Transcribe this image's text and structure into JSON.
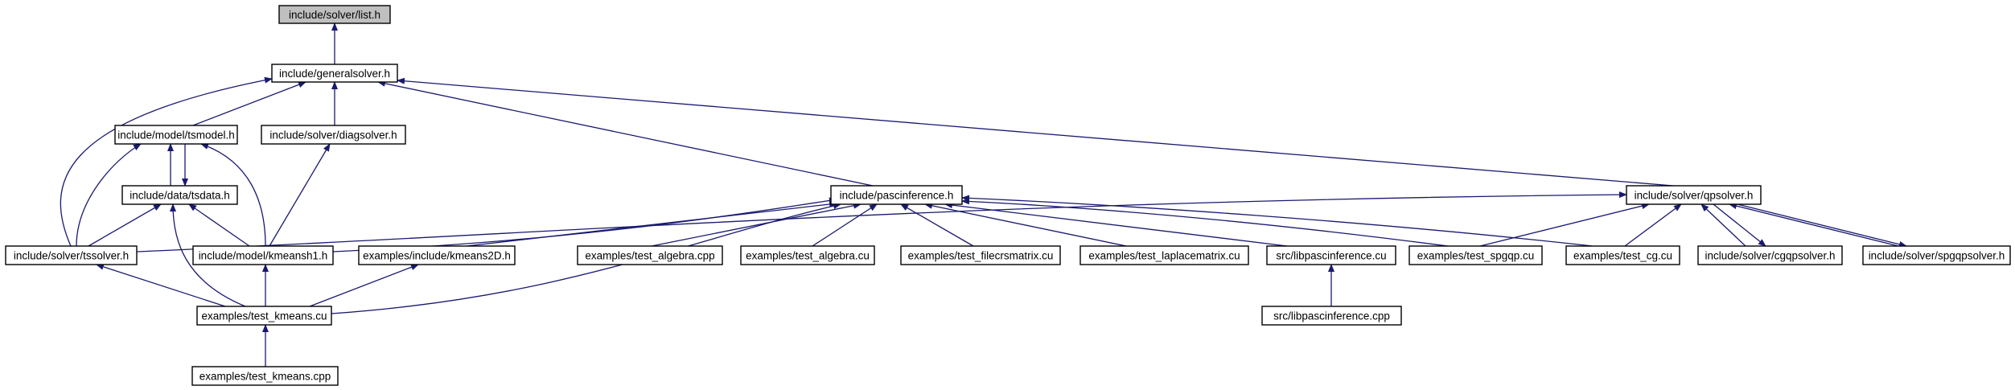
{
  "diagram": {
    "nodes": [
      {
        "id": "list_h",
        "label": "include/solver/list.h",
        "root": true
      },
      {
        "id": "generalsolver_h",
        "label": "include/generalsolver.h"
      },
      {
        "id": "tsmodel_h",
        "label": "include/model/tsmodel.h"
      },
      {
        "id": "diagsolver_h",
        "label": "include/solver/diagsolver.h"
      },
      {
        "id": "pascinference_h",
        "label": "include/pascinference.h"
      },
      {
        "id": "qpsolver_h",
        "label": "include/solver/qpsolver.h"
      },
      {
        "id": "tsdata_h",
        "label": "include/data/tsdata.h"
      },
      {
        "id": "tssolver_h",
        "label": "include/solver/tssolver.h"
      },
      {
        "id": "kmeansh1_h",
        "label": "include/model/kmeansh1.h"
      },
      {
        "id": "kmeans2d_h",
        "label": "examples/include/kmeans2D.h"
      },
      {
        "id": "test_algebra_cpp",
        "label": "examples/test_algebra.cpp"
      },
      {
        "id": "test_algebra_cu",
        "label": "examples/test_algebra.cu"
      },
      {
        "id": "test_filecrsmatrix_cu",
        "label": "examples/test_filecrsmatrix.cu"
      },
      {
        "id": "test_laplacematrix_cu",
        "label": "examples/test_laplacematrix.cu"
      },
      {
        "id": "libpascinference_cu",
        "label": "src/libpascinference.cu"
      },
      {
        "id": "test_spgqp_cu",
        "label": "examples/test_spgqp.cu"
      },
      {
        "id": "test_cg_cu",
        "label": "examples/test_cg.cu"
      },
      {
        "id": "cgqpsolver_h",
        "label": "include/solver/cgqpsolver.h"
      },
      {
        "id": "spgqpsolver_h",
        "label": "include/solver/spgqpsolver.h"
      },
      {
        "id": "test_kmeans_cu",
        "label": "examples/test_kmeans.cu"
      },
      {
        "id": "libpascinference_cpp",
        "label": "src/libpascinference.cpp"
      },
      {
        "id": "test_kmeans_cpp",
        "label": "examples/test_kmeans.cpp"
      }
    ],
    "edges": [
      [
        "generalsolver_h",
        "list_h"
      ],
      [
        "tsmodel_h",
        "generalsolver_h"
      ],
      [
        "diagsolver_h",
        "generalsolver_h"
      ],
      [
        "pascinference_h",
        "generalsolver_h"
      ],
      [
        "qpsolver_h",
        "generalsolver_h"
      ],
      [
        "tssolver_h",
        "generalsolver_h"
      ],
      [
        "tsdata_h",
        "tsmodel_h"
      ],
      [
        "tssolver_h",
        "tsmodel_h"
      ],
      [
        "kmeansh1_h",
        "tsmodel_h"
      ],
      [
        "tsmodel_h",
        "tsdata_h"
      ],
      [
        "tssolver_h",
        "tsdata_h"
      ],
      [
        "kmeansh1_h",
        "tsdata_h"
      ],
      [
        "test_kmeans_cu",
        "tsdata_h"
      ],
      [
        "kmeansh1_h",
        "diagsolver_h"
      ],
      [
        "kmeansh1_h",
        "pascinference_h"
      ],
      [
        "kmeans2d_h",
        "pascinference_h"
      ],
      [
        "test_kmeans_cu",
        "pascinference_h"
      ],
      [
        "test_algebra_cpp",
        "pascinference_h"
      ],
      [
        "test_algebra_cu",
        "pascinference_h"
      ],
      [
        "test_filecrsmatrix_cu",
        "pascinference_h"
      ],
      [
        "test_laplacematrix_cu",
        "pascinference_h"
      ],
      [
        "libpascinference_cu",
        "pascinference_h"
      ],
      [
        "test_spgqp_cu",
        "pascinference_h"
      ],
      [
        "test_cg_cu",
        "pascinference_h"
      ],
      [
        "pascinference_h",
        "qpsolver_h"
      ],
      [
        "test_spgqp_cu",
        "qpsolver_h"
      ],
      [
        "test_cg_cu",
        "qpsolver_h"
      ],
      [
        "cgqpsolver_h",
        "qpsolver_h"
      ],
      [
        "spgqpsolver_h",
        "qpsolver_h"
      ],
      [
        "qpsolver_h",
        "cgqpsolver_h"
      ],
      [
        "qpsolver_h",
        "spgqpsolver_h"
      ],
      [
        "test_kmeans_cu",
        "tssolver_h"
      ],
      [
        "test_kmeans_cu",
        "kmeansh1_h"
      ],
      [
        "test_kmeans_cu",
        "kmeans2d_h"
      ],
      [
        "libpascinference_cpp",
        "libpascinference_cu"
      ],
      [
        "test_kmeans_cpp",
        "test_kmeans_cu"
      ]
    ]
  },
  "colors": {
    "edge": "#191970",
    "node_border": "#000000",
    "node_fill": "#ffffff",
    "root_fill": "#bfbfbf"
  }
}
